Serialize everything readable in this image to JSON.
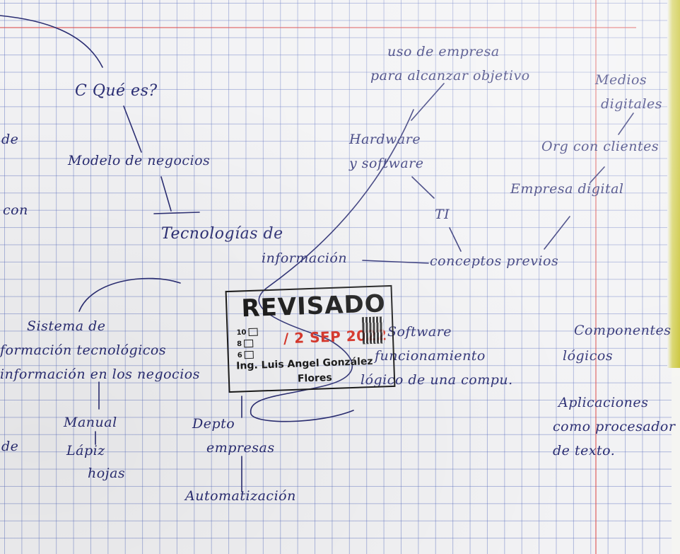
{
  "notes": {
    "que_es": "C Qué es?",
    "modelo_negocios": "Modelo de negocios",
    "uso_empresa_1": "uso de empresa",
    "uso_empresa_2": "para alcanzar objetivo",
    "hardware_1": "Hardware",
    "hardware_2": "y software",
    "medios_1": "Medios",
    "medios_2": "digitales",
    "org_clientes": "Org con clientes",
    "empresa_digital": "Empresa digital",
    "ti": "TI",
    "tecnologias_1": "Tecnologías de",
    "tecnologias_2": "información",
    "conceptos_previos": "conceptos previos",
    "sistema_1": "Sistema de",
    "sistema_2": "formación tecnológicos",
    "sistema_3": "información en los negocios",
    "software_1": "Software",
    "software_2": "funcionamiento",
    "software_3": "lógico de una compu.",
    "componentes_1": "Componentes",
    "componentes_2": "lógicos",
    "aplicaciones_1": "Aplicaciones",
    "aplicaciones_2": "como procesador",
    "aplicaciones_3": "de texto.",
    "manual": "Manual",
    "lapiz": "Lápiz",
    "hojas": "hojas",
    "depto_1": "Depto",
    "depto_2": "empresas",
    "automatizacion": "Automatización",
    "left_de_1": "de",
    "left_con": "con",
    "left_de_2": "de"
  },
  "stamp": {
    "title": "REVISADO",
    "date": "/ 2 SEP 2022",
    "rows": [
      "10",
      "8",
      "6"
    ],
    "name_1": "Ing. Luis Angel González",
    "name_2": "Flores"
  },
  "colors": {
    "ink": "#2a2d72",
    "grid": "#5a6ebe",
    "margin_line": "#dc5050",
    "stamp_red": "#d8352a",
    "stamp_black": "#1c1c1c"
  }
}
